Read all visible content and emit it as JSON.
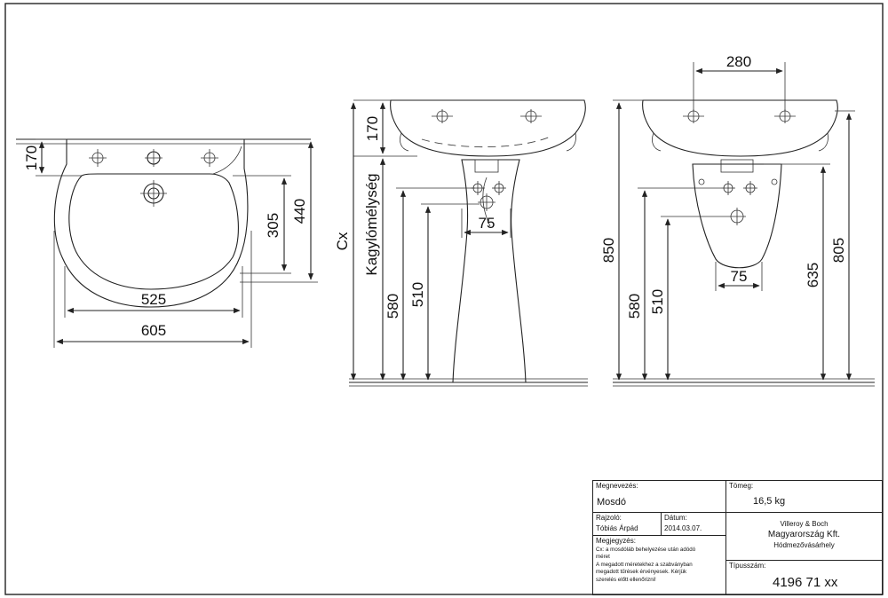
{
  "dimensions": {
    "front": {
      "d170": "170",
      "d305": "305",
      "d440": "440",
      "d525": "525",
      "d605": "605"
    },
    "side1": {
      "d170": "170",
      "cx": "Cx",
      "kagylo": "Kagylómélység",
      "d580": "580",
      "d510": "510",
      "d75": "75"
    },
    "side2": {
      "d280": "280",
      "d850": "850",
      "d580": "580",
      "d510": "510",
      "d75": "75",
      "d635": "635",
      "d805": "805"
    }
  },
  "titleblock": {
    "megnevezes_label": "Megnevezés:",
    "megnevezes_value": "Mosdó",
    "tomeg_label": "Tömeg:",
    "tomeg_value": "16,5 kg",
    "rajzolo_label": "Rajzoló:",
    "rajzolo_value": "Tóbiás Árpád",
    "datum_label": "Dátum:",
    "datum_value": "2014.03.07.",
    "company_line1": "Villeroy  & Boch",
    "company_line2": "Magyarország Kft.",
    "company_line3": "Hódmezővásárhely",
    "megjegyzes_label": "Megjegyzés:",
    "megjegyzes_line1": "Cx: a mosdóláb behelyezése után adódó",
    "megjegyzes_line2": "méret",
    "megjegyzes_line3": "A megadott méretekhez a szabványban",
    "megjegyzes_line4": "megadott tűrések érvényesek. Kérjük",
    "megjegyzes_line5": "szerelés előtt ellenőrizni!",
    "tipusszam_label": "Típusszám:",
    "tipusszam_value": "4196 71 xx"
  }
}
